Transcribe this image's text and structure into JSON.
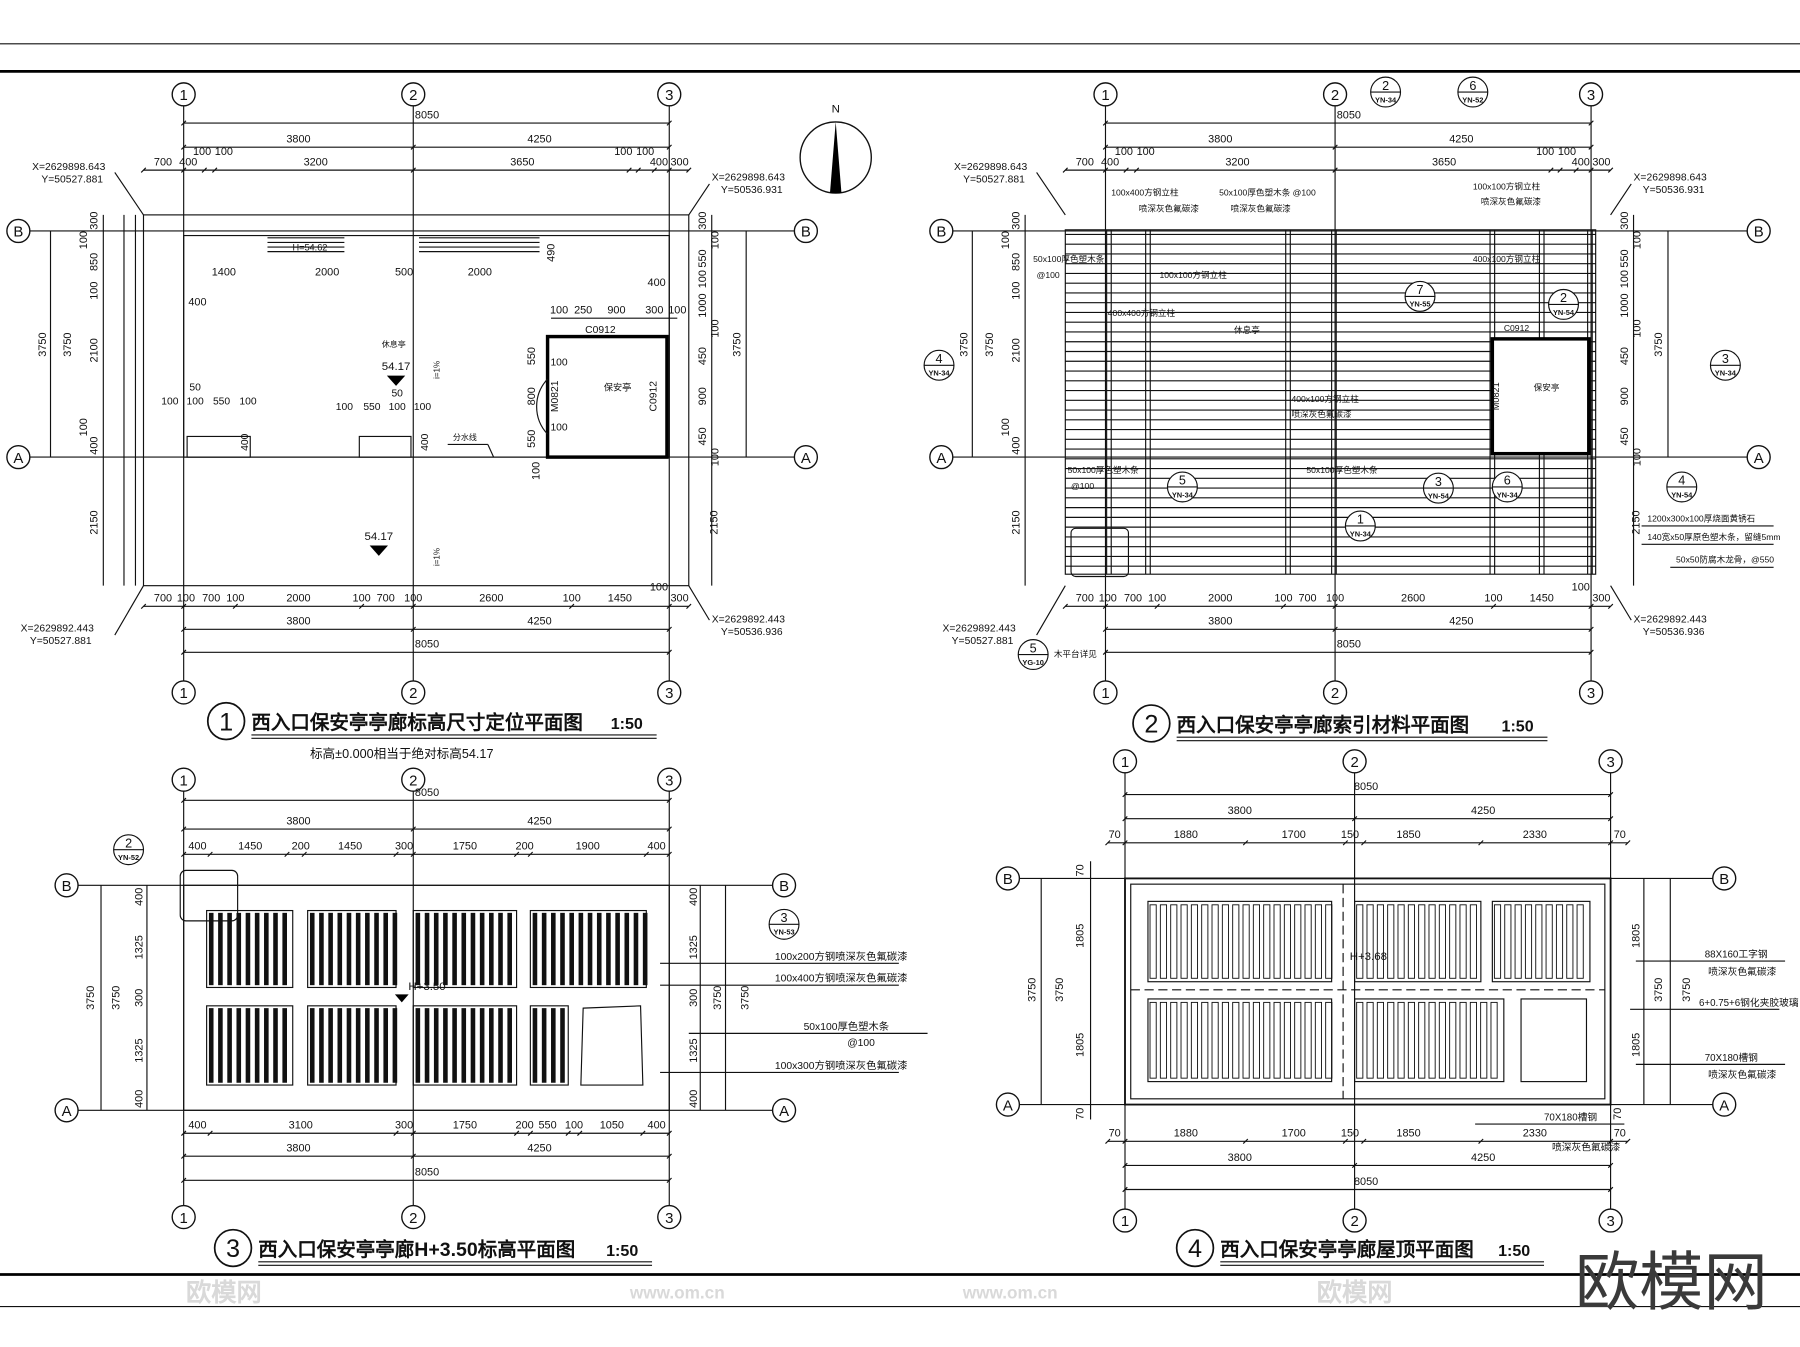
{
  "sheet": {
    "watermark_logo": "欧模网",
    "watermark_url": "www.om.cn"
  },
  "plans": [
    {
      "number": "1",
      "title": "西入口保安亭亭廊标高尺寸定位平面图",
      "scale": "1:50",
      "note": "标高±0.000相当于绝对标高54.17",
      "grid_cols": [
        "1",
        "2",
        "3"
      ],
      "grid_rows": [
        "B",
        "A"
      ],
      "dims": {
        "top_total": [
          "8050"
        ],
        "top_mid": [
          "3800",
          "4250"
        ],
        "top_detail": [
          "700",
          "400",
          "100",
          "100",
          "3200",
          "3650",
          "100",
          "100",
          "400",
          "300"
        ],
        "bot_detail": [
          "700",
          "100",
          "700",
          "100",
          "2000",
          "100",
          "700",
          "100",
          "2600",
          "100",
          "1450",
          "100",
          "300"
        ],
        "bot_mid": [
          "3800",
          "4250"
        ],
        "bot_total": [
          "8050"
        ],
        "left_outer": [
          "3750",
          "3750"
        ],
        "left_detail": [
          "300",
          "100",
          "850",
          "100",
          "2100",
          "100",
          "400",
          "2150"
        ],
        "right_detail": [
          "300",
          "100",
          "550",
          "100",
          "1000",
          "100",
          "450",
          "900",
          "450",
          "100",
          "2150"
        ],
        "right_outer": [
          "3750"
        ]
      },
      "coords": {
        "top_left": [
          "X=2629898.643",
          "Y=50527.881"
        ],
        "top_right": [
          "X=2629898.643",
          "Y=50536.931"
        ],
        "bottom_left": [
          "X=2629892.443",
          "Y=50527.881"
        ],
        "bottom_right": [
          "X=2629892.443",
          "Y=50536.936"
        ]
      },
      "north_label": "N",
      "interior": {
        "bench_elev": "H=54.62",
        "d1400": "1400",
        "d2000a": "2000",
        "d500": "500",
        "d2000b": "2000",
        "d400a": "400",
        "d490": "490",
        "d400b": "400",
        "room_top": [
          "100",
          "250",
          "900",
          "300",
          "100"
        ],
        "window_top": "C0912",
        "door": "M0821",
        "room_name": "保安亭",
        "window_right": "C0912",
        "room_left": [
          "550",
          "800",
          "550",
          "100"
        ],
        "room_inner": [
          "100",
          "100"
        ],
        "rest_label": "休息亭",
        "elev1": "54.17",
        "elev2": "54.17",
        "slope1": "i=1%",
        "slope2": "i=1%",
        "ridge": "分水线",
        "bench_dims_l": [
          "100",
          "50",
          "100",
          "550",
          "100"
        ],
        "bench_dims_r": [
          "100",
          "550",
          "50",
          "100",
          "100"
        ],
        "bench_h1": "400",
        "bench_h2": "400"
      }
    },
    {
      "number": "2",
      "title": "西入口保安亭亭廊索引材料平面图",
      "scale": "1:50",
      "grid_cols": [
        "1",
        "2",
        "3"
      ],
      "grid_rows": [
        "B",
        "A"
      ],
      "dims": {
        "top_total": [
          "8050"
        ],
        "top_mid": [
          "3800",
          "4250"
        ],
        "top_detail": [
          "700",
          "400",
          "100",
          "100",
          "3200",
          "3650",
          "100",
          "100",
          "400",
          "300"
        ],
        "bot_detail": [
          "700",
          "100",
          "700",
          "100",
          "2000",
          "100",
          "700",
          "100",
          "2600",
          "100",
          "1450",
          "100",
          "300"
        ],
        "bot_mid": [
          "3800",
          "4250"
        ],
        "bot_total": [
          "8050"
        ],
        "left_outer": [
          "3750",
          "3750"
        ],
        "left_detail": [
          "300",
          "100",
          "850",
          "100",
          "2100",
          "100",
          "400",
          "2150"
        ],
        "right_detail": [
          "300",
          "100",
          "550",
          "100",
          "1000",
          "100",
          "450",
          "900",
          "450",
          "100",
          "2150"
        ],
        "right_outer": [
          "3750"
        ]
      },
      "coords": {
        "top_left": [
          "X=2629898.643",
          "Y=50527.881"
        ],
        "top_right": [
          "X=2629898.643",
          "Y=50536.931"
        ],
        "bottom_left": [
          "X=2629892.443",
          "Y=50527.881"
        ],
        "bottom_right": [
          "X=2629892.443",
          "Y=50536.936"
        ]
      },
      "callouts": [
        {
          "num": "2",
          "ref": "YN-34"
        },
        {
          "num": "6",
          "ref": "YN-52"
        },
        {
          "num": "4",
          "ref": "YN-34"
        },
        {
          "num": "3",
          "ref": "YN-34"
        },
        {
          "num": "7",
          "ref": "YN-55"
        },
        {
          "num": "2",
          "ref": "YN-54"
        },
        {
          "num": "5",
          "ref": "YN-34"
        },
        {
          "num": "3",
          "ref": "YN-54"
        },
        {
          "num": "6",
          "ref": "YN-34"
        },
        {
          "num": "4",
          "ref": "YN-54"
        },
        {
          "num": "1",
          "ref": "YN-34"
        },
        {
          "num": "5",
          "ref": "YG-10"
        }
      ],
      "labels": {
        "post_a": "100x400方钢立柱",
        "post_a_fin": "喷深灰色氟碳漆",
        "slat_top": "50x100厚色塑木条 @100",
        "slat_top_fin": "喷深灰色氟碳漆",
        "post_b": "100x100方钢立柱",
        "post_b_fin": "喷深灰色氟碳漆",
        "slat_left": "50x100厚色塑木条",
        "slat_left_at": "@100",
        "post_c": "100x100方钢立柱",
        "post_d": "400x400方钢立柱",
        "post_e": "400x100方钢立柱",
        "post_e_fin": "喷深灰色氟碳漆",
        "post_f": "400x100方钢立柱",
        "window": "C0912",
        "door": "M0821",
        "room": "保安亭",
        "rest": "休息亭",
        "slat_bottom_l": "50x100厚色塑木条",
        "slat_bottom_l_at": "@100",
        "slat_bottom_m": "50x100厚色塑木条",
        "stone": "1200x300x100厚烧面黄锈石",
        "deck": "140宽x50厚原色塑木条，留缝5mm",
        "joist": "50x50防腐木龙骨，@550",
        "deck_ref": "木平台详见"
      }
    },
    {
      "number": "3",
      "title": "西入口保安亭亭廊H+3.50标高平面图",
      "scale": "1:50",
      "grid_cols": [
        "1",
        "2",
        "3"
      ],
      "grid_rows": [
        "B",
        "A"
      ],
      "dims": {
        "top_total": [
          "8050"
        ],
        "top_mid": [
          "3800",
          "4250"
        ],
        "top_detail": [
          "400",
          "1450",
          "200",
          "1450",
          "300",
          "1750",
          "200",
          "1900",
          "400"
        ],
        "bot_detail": [
          "400",
          "3100",
          "300",
          "1750",
          "200",
          "550",
          "100",
          "1050",
          "400"
        ],
        "bot_mid": [
          "3800",
          "4250"
        ],
        "bot_total": [
          "8050"
        ],
        "left_outer": [
          "3750",
          "3750"
        ],
        "left_detail": [
          "400",
          "1325",
          "300",
          "1325",
          "400"
        ],
        "right_detail": [
          "400",
          "1325",
          "300",
          "1325",
          "400"
        ],
        "right_outer": [
          "3750",
          "3750"
        ]
      },
      "elevation": "H+3.50",
      "callouts": [
        {
          "num": "2",
          "ref": "YN-52"
        },
        {
          "num": "3",
          "ref": "YN-53"
        }
      ],
      "labels": [
        "100x200方钢喷深灰色氟碳漆",
        "100x400方钢喷深灰色氟碳漆",
        "50x100厚色塑木条",
        "@100",
        "100x300方钢喷深灰色氟碳漆"
      ]
    },
    {
      "number": "4",
      "title": "西入口保安亭亭廊屋顶平面图",
      "scale": "1:50",
      "grid_cols": [
        "1",
        "2",
        "3"
      ],
      "grid_rows": [
        "B",
        "A"
      ],
      "dims": {
        "top_total": [
          "8050"
        ],
        "top_mid": [
          "3800",
          "4250"
        ],
        "top_detail": [
          "70",
          "1880",
          "1700",
          "150",
          "1850",
          "2330",
          "70"
        ],
        "bot_detail": [
          "70",
          "1880",
          "1700",
          "150",
          "1850",
          "2330",
          "70"
        ],
        "bot_mid": [
          "3800",
          "4250"
        ],
        "bot_total": [
          "8050"
        ],
        "left_outer": [
          "3750",
          "3750"
        ],
        "left_detail": [
          "70",
          "1805",
          "1805",
          "70"
        ],
        "right_detail": [
          "1805",
          "1805",
          "70"
        ],
        "right_outer": [
          "3750",
          "3750"
        ]
      },
      "elevation": "H+3.68",
      "labels": [
        "88X160工字钢",
        "喷深灰色氟碳漆",
        "6+0.75+6钢化夹胶玻璃",
        "70X180槽钢",
        "喷深灰色氟碳漆",
        "70X180槽钢",
        "喷深灰色氟碳漆"
      ]
    }
  ]
}
